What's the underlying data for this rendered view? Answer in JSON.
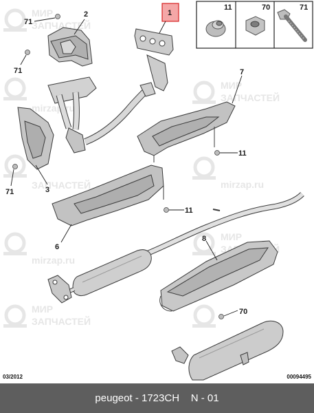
{
  "diagram": {
    "callouts": {
      "c1": "1",
      "c2": "2",
      "c3": "3",
      "c6": "6",
      "c7": "7",
      "c8": "8",
      "c11a": "11",
      "c11b": "11",
      "c70": "70",
      "c71a": "71",
      "c71b": "71",
      "c71c": "71"
    },
    "fastener_box": {
      "label_11": "11",
      "label_70": "70",
      "label_71": "71"
    },
    "watermark": {
      "line1": "МИР",
      "line2": "ЗАПЧАСТЕЙ",
      "site": "mirzap.ru"
    },
    "colors": {
      "highlight_fill": "#f4a7a7",
      "highlight_border": "#d62020",
      "part_fill": "#c9c9c9",
      "watermark": "#e6e6e6"
    }
  },
  "codes": {
    "date": "03/2012",
    "sheet": "00094495"
  },
  "footer": {
    "brand": "peugeot",
    "part_number": "1723CH",
    "number_label": "N - 01"
  }
}
